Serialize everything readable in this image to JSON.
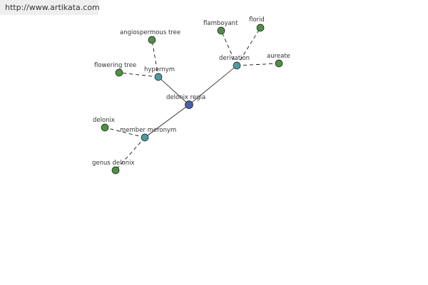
{
  "site": {
    "url": "http://www.artikata.com"
  },
  "colors": {
    "center": "#4a5fa8",
    "relation": "#4e9a9e",
    "leaf": "#4f8f45"
  },
  "graph": {
    "center": {
      "id": "center",
      "label": "delonix regia",
      "type": "center"
    },
    "relations": [
      {
        "id": "hypernym",
        "label": "hypernym",
        "type": "relation"
      },
      {
        "id": "derivation",
        "label": "derivation",
        "type": "relation"
      },
      {
        "id": "member-meronym",
        "label": "member meronym",
        "type": "relation"
      }
    ],
    "leaves": [
      {
        "id": "angiospermous-tree",
        "label": "angiospermous tree",
        "parent": "hypernym"
      },
      {
        "id": "flowering-tree",
        "label": "flowering tree",
        "parent": "hypernym"
      },
      {
        "id": "flamboyant",
        "label": "flamboyant",
        "parent": "derivation"
      },
      {
        "id": "florid",
        "label": "florid",
        "parent": "derivation"
      },
      {
        "id": "aureate",
        "label": "aureate",
        "parent": "derivation"
      },
      {
        "id": "delonix",
        "label": "delonix",
        "parent": "member-meronym"
      },
      {
        "id": "genus-delonix",
        "label": "genus delonix",
        "parent": "member-meronym"
      }
    ]
  }
}
